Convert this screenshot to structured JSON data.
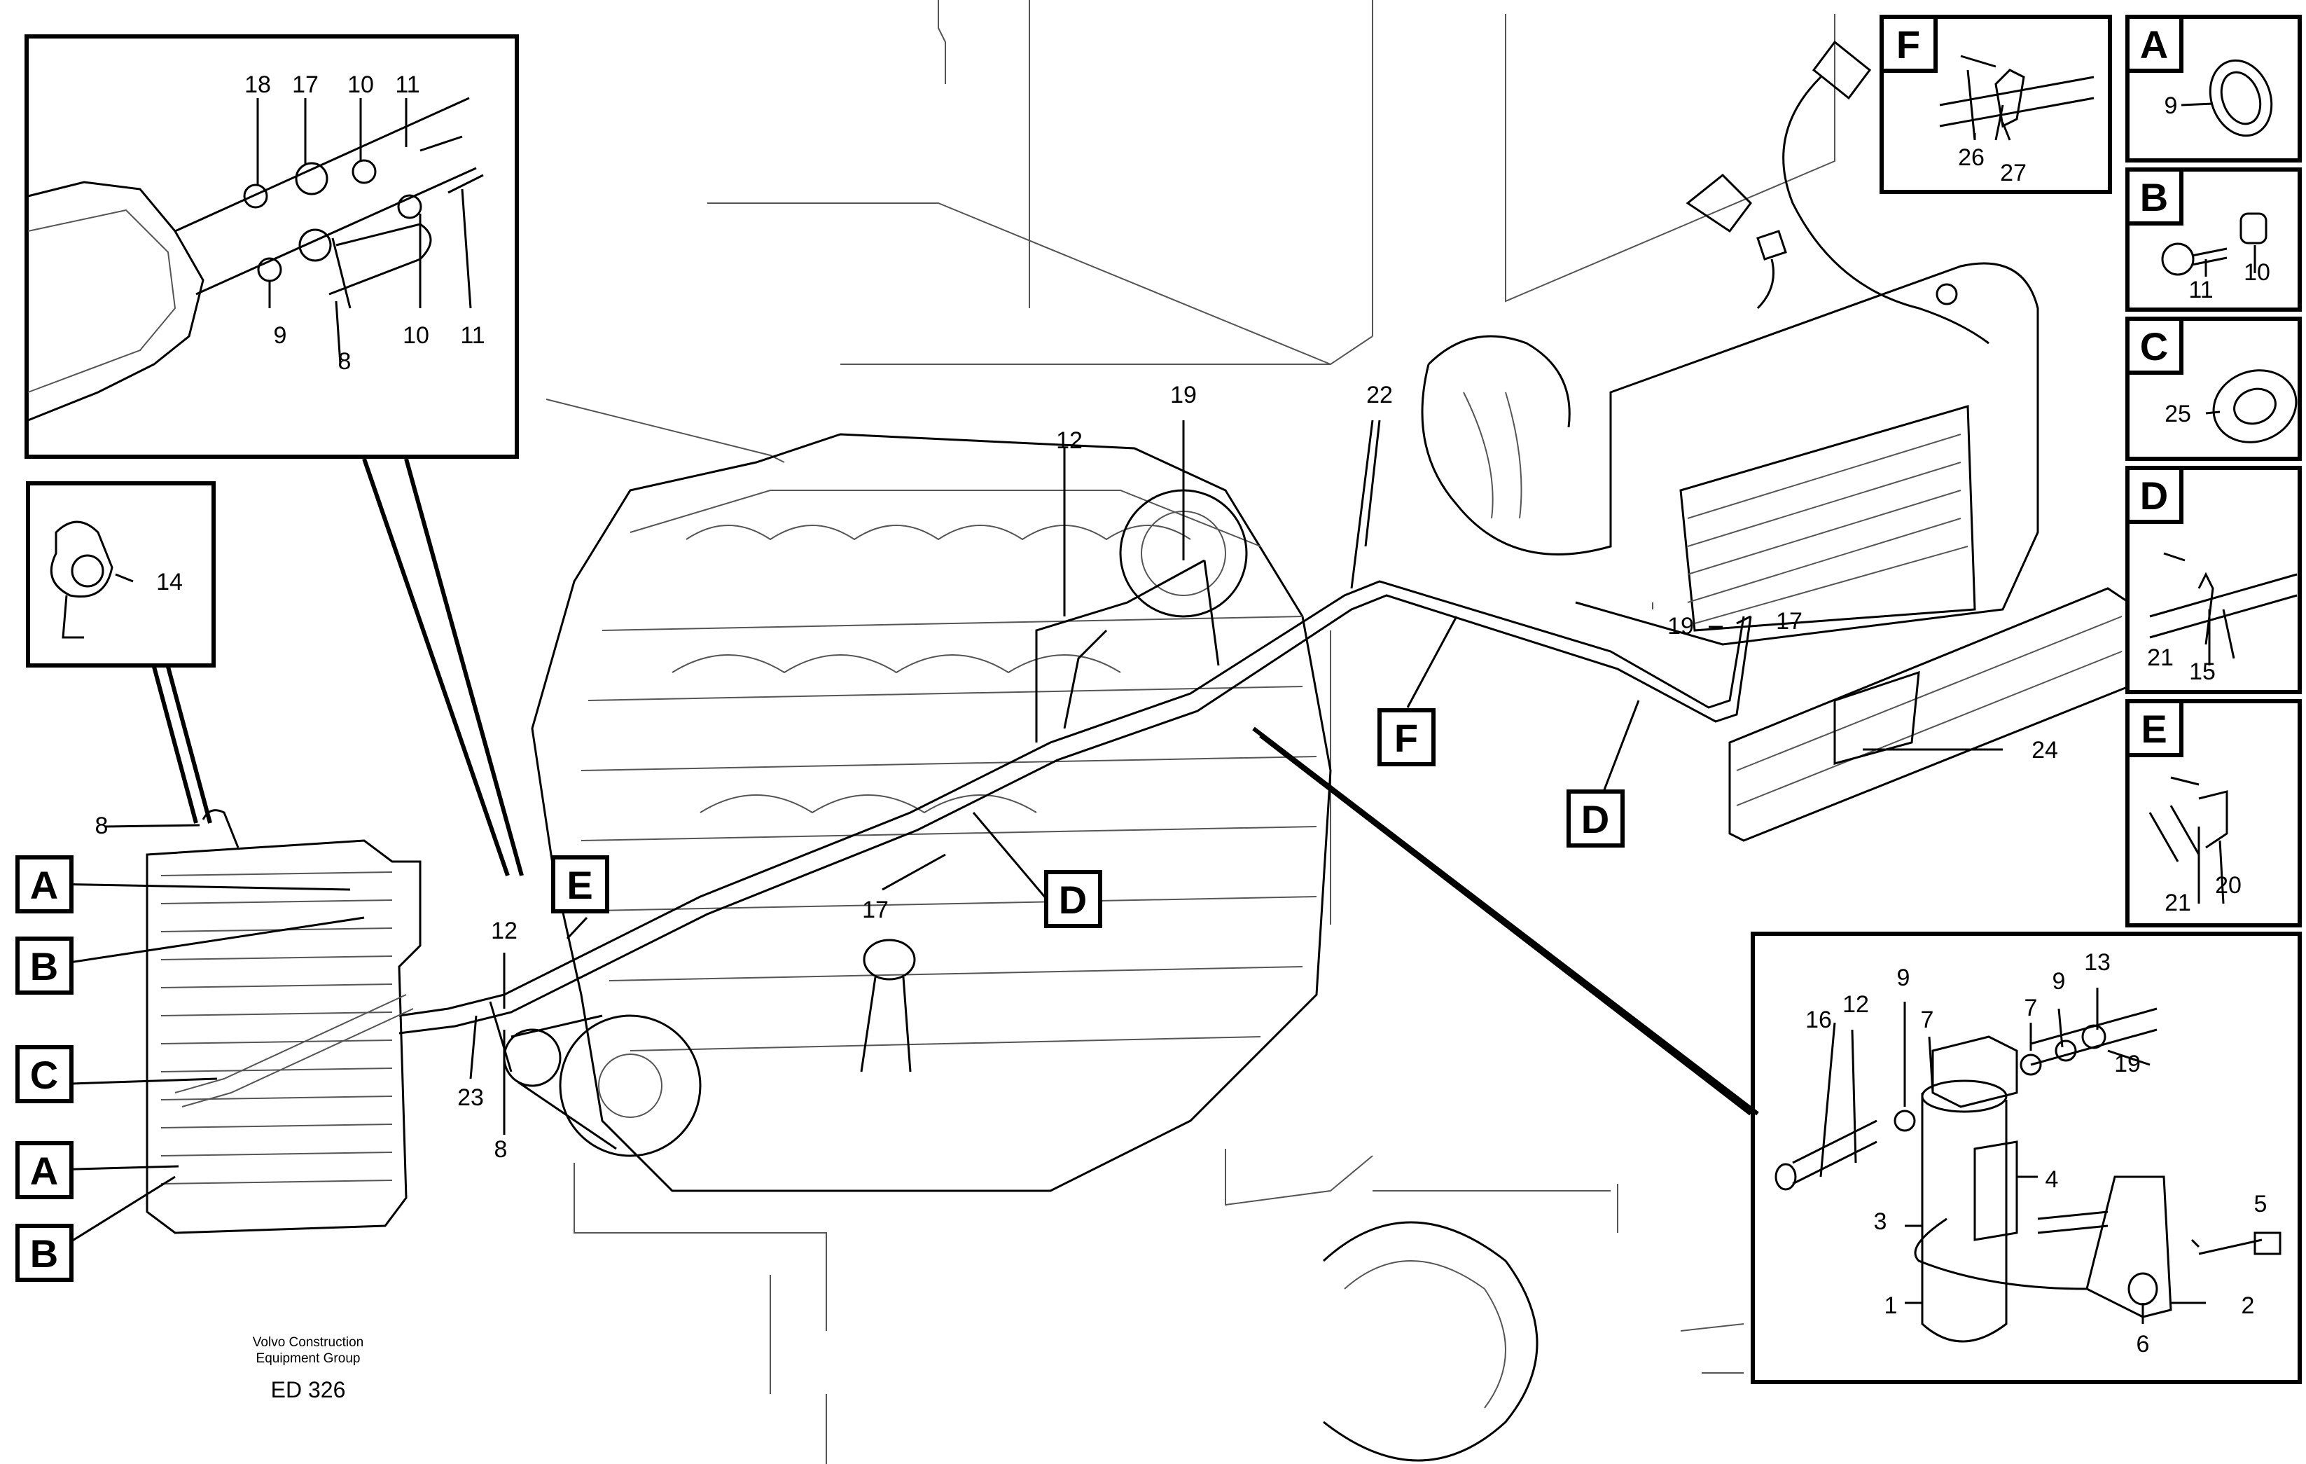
{
  "footer": {
    "company_line1": "Volvo Construction",
    "company_line2": "Equipment Group",
    "code": "ED 326"
  },
  "main_labels": {
    "p8_top": "8",
    "A1": "A",
    "B1": "B",
    "C1": "C",
    "A2": "A",
    "B2": "B",
    "E": "E",
    "p12": "12",
    "p23": "23",
    "p8_bottom": "8",
    "p17": "17",
    "D_mid": "D",
    "p12_engine": "12",
    "p19_engine": "19",
    "p22": "22",
    "F_mid": "F",
    "D_right": "D",
    "p19_evap": "19",
    "p17_evap": "17",
    "p24": "24"
  },
  "inset_compressor": {
    "p18": "18",
    "p17": "17",
    "p10_top": "10",
    "p11_top": "11",
    "p9": "9",
    "p8": "8",
    "p10_bottom": "10",
    "p11_bottom": "11"
  },
  "inset_clamp": {
    "p14": "14"
  },
  "inset_F": {
    "letter": "F",
    "p26": "26",
    "p27": "27"
  },
  "side_panels": {
    "A": {
      "letter": "A",
      "part": "9"
    },
    "B": {
      "letter": "B",
      "part_a": "11",
      "part_b": "10"
    },
    "C": {
      "letter": "C",
      "part": "25"
    },
    "D": {
      "letter": "D",
      "part_a": "21",
      "part_b": "15"
    },
    "E": {
      "letter": "E",
      "part_a": "21",
      "part_b": "20"
    }
  },
  "inset_drier": {
    "p16": "16",
    "p12": "12",
    "p9_left": "9",
    "p7_left": "7",
    "p7_right": "7",
    "p9_right": "9",
    "p13": "13",
    "p19": "19",
    "p4": "4",
    "p3": "3",
    "p5": "5",
    "p1": "1",
    "p6": "6",
    "p2": "2"
  }
}
